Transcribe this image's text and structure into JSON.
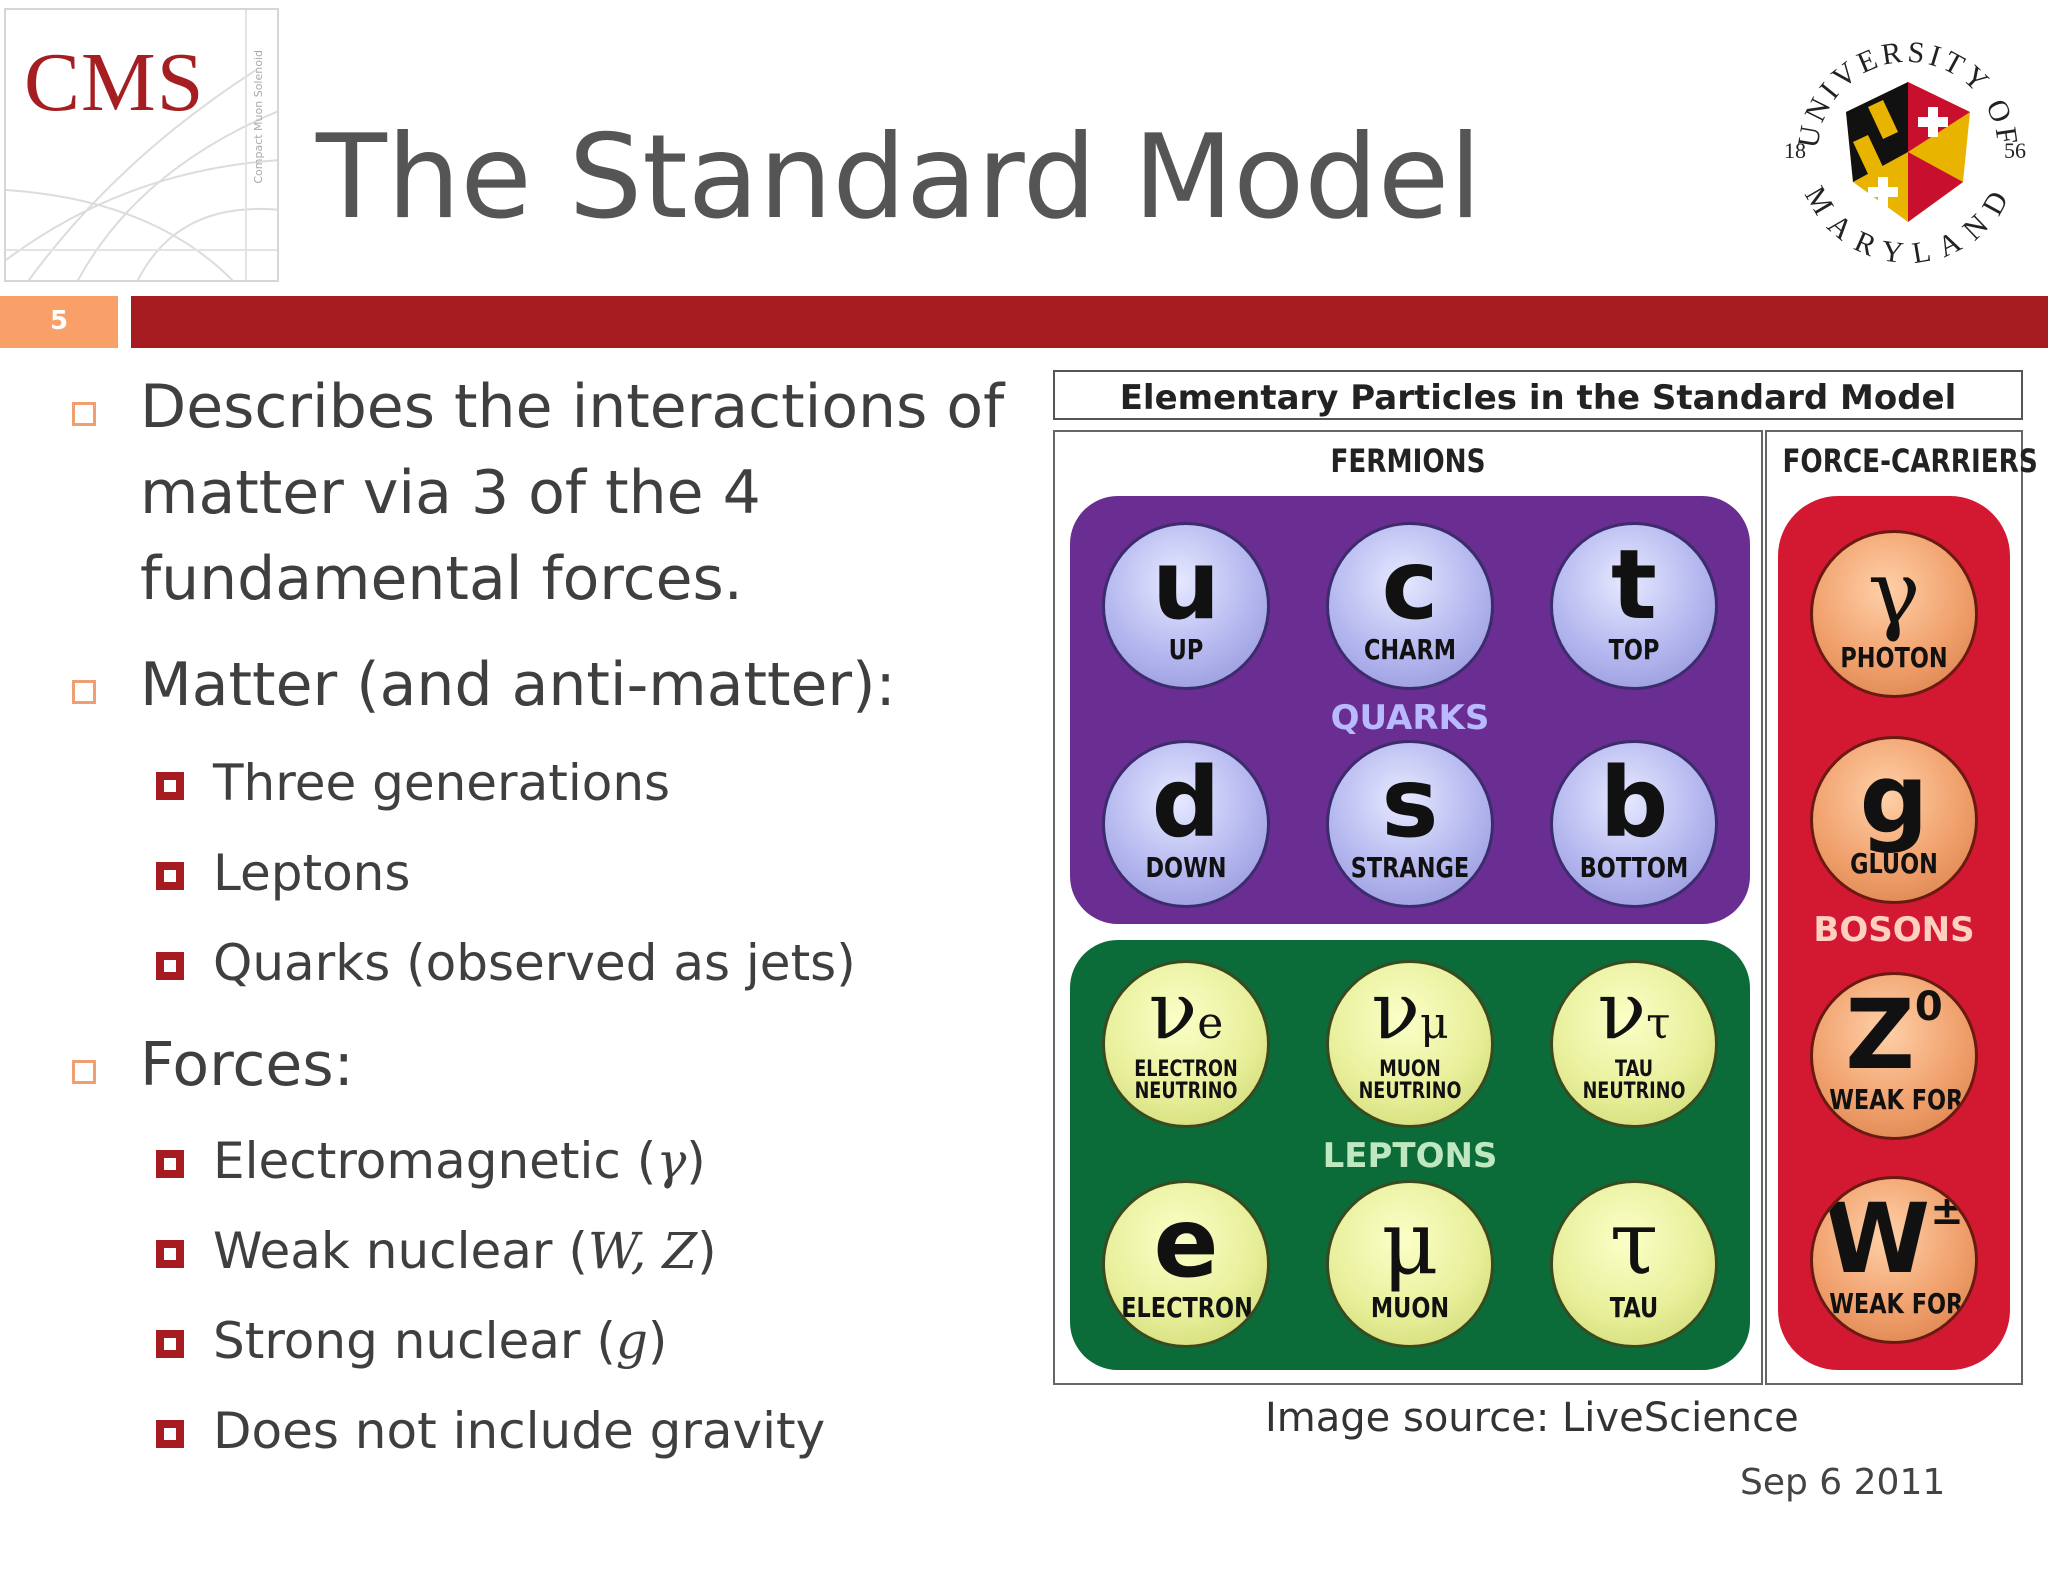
{
  "header": {
    "logo_text": "CMS",
    "logo_subtext": "Compact Muon Solenoid",
    "title": "The Standard Model",
    "seal": {
      "top_text": "UNIVERSITY OF",
      "bottom_text": "MARYLAND",
      "year_left": "18",
      "year_right": "56"
    },
    "slide_number": "5"
  },
  "colors": {
    "accent_red": "#a61b20",
    "number_box": "#f8a068",
    "quark_purple": "#6a2d91",
    "lepton_green": "#0b6b39",
    "boson_red": "#d31831"
  },
  "bullets": [
    {
      "text": "Describes the interactions of matter via 3 of the 4 fundamental forces.",
      "lines": [
        "Describes the interactions of",
        "matter via 3 of the 4",
        "fundamental forces."
      ]
    },
    {
      "text": "Matter (and anti-matter):",
      "sub": [
        "Three generations",
        "Leptons",
        "Quarks (observed as jets)"
      ]
    },
    {
      "text": "Forces:",
      "sub": [
        {
          "pre": "Electromagnetic (",
          "math": "γ",
          "post": ")"
        },
        {
          "pre": "Weak nuclear (",
          "math": "W, Z",
          "post": ")"
        },
        {
          "pre": "Strong nuclear (",
          "math": "g",
          "post": ")"
        },
        {
          "pre": "Does not include gravity",
          "math": "",
          "post": ""
        }
      ]
    }
  ],
  "figure": {
    "title": "Elementary Particles in the Standard Model",
    "fermions_label": "FERMIONS",
    "force_carriers_label": "FORCE-CARRIERS",
    "quarks_label": "QUARKS",
    "leptons_label": "LEPTONS",
    "bosons_label": "BOSONS",
    "quarks": [
      {
        "symbol": "u",
        "name": "UP"
      },
      {
        "symbol": "c",
        "name": "CHARM"
      },
      {
        "symbol": "t",
        "name": "TOP"
      },
      {
        "symbol": "d",
        "name": "DOWN"
      },
      {
        "symbol": "s",
        "name": "STRANGE"
      },
      {
        "symbol": "b",
        "name": "BOTTOM"
      }
    ],
    "leptons": [
      {
        "symbol": "ν",
        "sub": "e",
        "name": "ELECTRON NEUTRINO"
      },
      {
        "symbol": "ν",
        "sub": "μ",
        "name": "MUON NEUTRINO"
      },
      {
        "symbol": "ν",
        "sub": "τ",
        "name": "TAU NEUTRINO"
      },
      {
        "symbol": "e",
        "name": "ELECTRON"
      },
      {
        "symbol": "μ",
        "name": "MUON"
      },
      {
        "symbol": "τ",
        "name": "TAU"
      }
    ],
    "bosons": [
      {
        "symbol": "γ",
        "name": "PHOTON"
      },
      {
        "symbol": "g",
        "name": "GLUON"
      },
      {
        "symbol": "Z",
        "sup": "0",
        "name": "WEAK FORCE"
      },
      {
        "symbol": "W",
        "sup": "±",
        "name": "WEAK FORCE"
      }
    ]
  },
  "source": "Image source:  LiveScience",
  "date": "Sep 6 2011"
}
